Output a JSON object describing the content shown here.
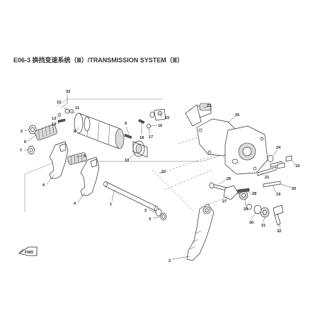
{
  "title": "E06-3 换挡变速系统（Ⅲ）/TRANSMISSION SYSTEM（Ⅲ）",
  "direction_badge": "FWD",
  "callouts": [
    "33",
    "12",
    "11",
    "13",
    "14",
    "9",
    "8",
    "10",
    "15",
    "16",
    "17",
    "18",
    "2",
    "6",
    "7",
    "5",
    "4",
    "4",
    "1",
    "22",
    "3",
    "3",
    "23",
    "25",
    "24",
    "19",
    "21",
    "20",
    "19",
    "26",
    "27",
    "28",
    "29",
    "30",
    "31",
    "32",
    "2"
  ]
}
